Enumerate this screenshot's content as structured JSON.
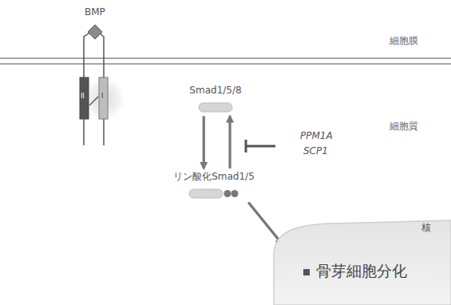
{
  "diagram": {
    "nodes": [
      {
        "text": [
          "Smad1/5/8"
        ]
      },
      {
        "text": [
          "リン酸化Smad1/5"
        ]
      },
      {
        "text": [
          "核",
          "骨芽細胞分化"
        ]
      }
    ],
    "edges": [
      {
        "from": 0,
        "to": 1,
        "arrow": "to"
      },
      {
        "from": 1,
        "to": 0,
        "arrow": "to"
      },
      {
        "from": 1,
        "to": 2,
        "arrow": "to"
      }
    ],
    "labels": [
      "BMP",
      "細胞膜",
      "細胞質",
      "II",
      "I",
      "PPM1A",
      "SCP1"
    ]
  }
}
